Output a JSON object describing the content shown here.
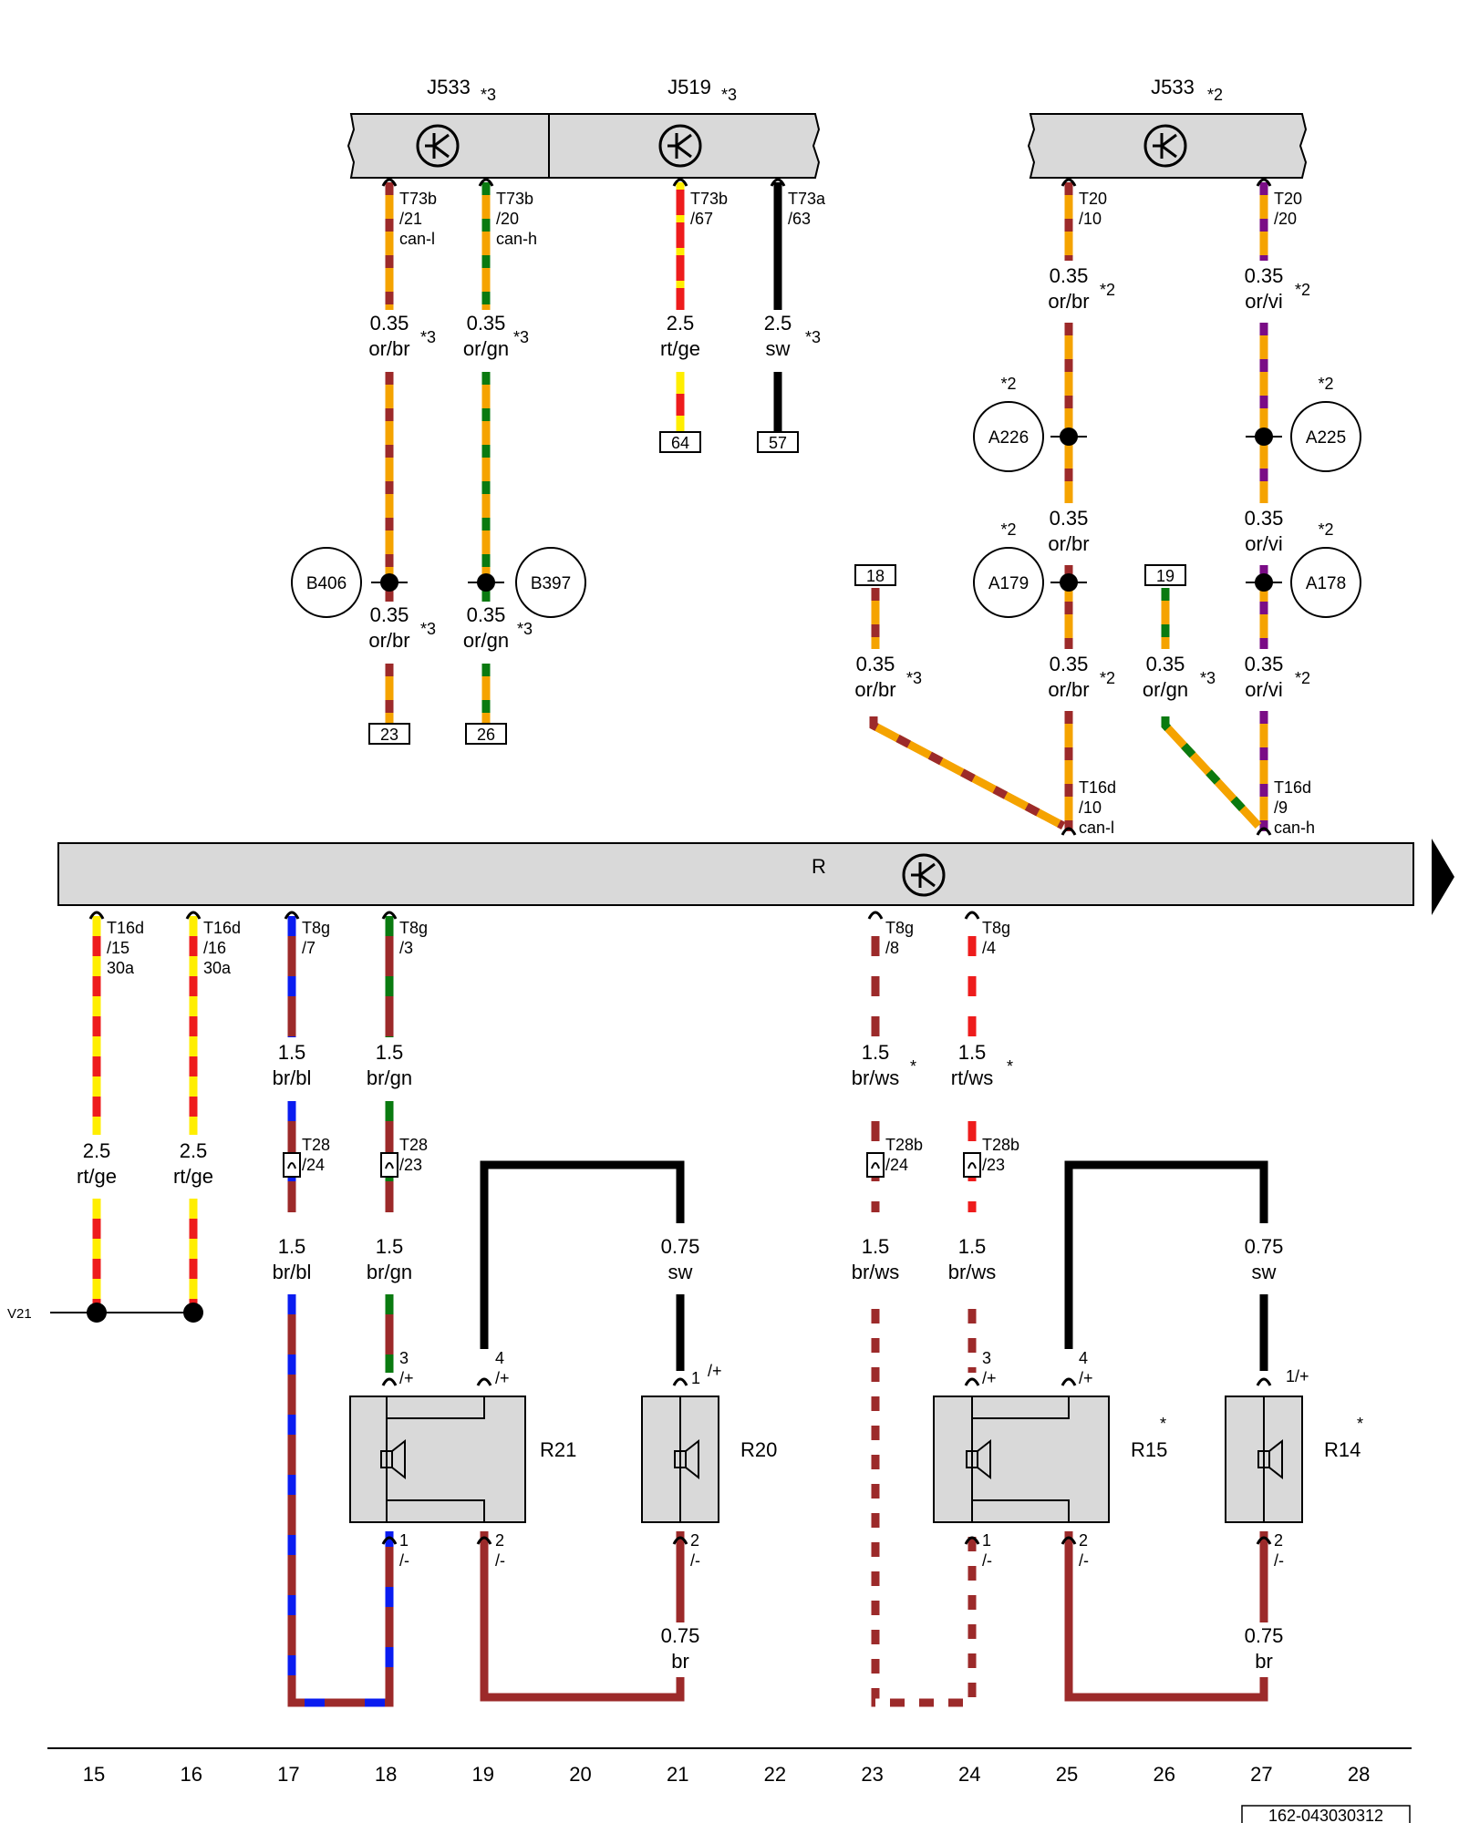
{
  "diagram_id": "162-043030312",
  "colors": {
    "or": "#f5a300",
    "br": "#9c2a2a",
    "gn": "#0a7a10",
    "rt": "#ee1c1c",
    "ge": "#ffee00",
    "sw": "#000000",
    "vi": "#7a0c86",
    "bl": "#0a1cf0",
    "ws": "#ffffff",
    "component_fill": "#d9d9d9"
  },
  "icons": {
    "control_unit_symbol": "control-unit-icon",
    "speaker_symbol": "speaker-icon",
    "arrow": "continue-arrow-icon"
  },
  "components": {
    "J533a": {
      "name": "J533",
      "note": "*3"
    },
    "J519": {
      "name": "J519",
      "note": "*3"
    },
    "J533b": {
      "name": "J533",
      "note": "*2"
    },
    "R": {
      "name": "R"
    },
    "R21": {
      "name": "R21"
    },
    "R20": {
      "name": "R20"
    },
    "R15": {
      "name": "R15",
      "note": "*"
    },
    "R14": {
      "name": "R14",
      "note": "*"
    }
  },
  "connectors": {
    "c1": [
      "T73b",
      "/21",
      "can-l"
    ],
    "c2": [
      "T73b",
      "/20",
      "can-h"
    ],
    "c3": [
      "T73b",
      "/67"
    ],
    "c4": [
      "T73a",
      "/63"
    ],
    "c5": [
      "T20",
      "/10"
    ],
    "c6": [
      "T20",
      "/20"
    ],
    "c7": [
      "T16d",
      "/10",
      "can-l"
    ],
    "c8": [
      "T16d",
      "/9",
      "can-h"
    ],
    "c9": [
      "T16d",
      "/15",
      "30a"
    ],
    "c10": [
      "T16d",
      "/16",
      "30a"
    ],
    "c11": [
      "T8g",
      "/7"
    ],
    "c12": [
      "T8g",
      "/3"
    ],
    "c13": [
      "T8g",
      "/8"
    ],
    "c14": [
      "T8g",
      "/4"
    ],
    "c15": [
      "T28",
      "/24"
    ],
    "c16": [
      "T28",
      "/23"
    ],
    "c17": [
      "T28b",
      "/24"
    ],
    "c18": [
      "T28b",
      "/23"
    ],
    "p1": [
      "3",
      "/+"
    ],
    "p2": [
      "4",
      "/+"
    ],
    "p3": [
      "1",
      "/+"
    ],
    "p4": [
      "1",
      "/-"
    ],
    "p5": [
      "2",
      "/-"
    ],
    "p6": [
      "2",
      "/-"
    ],
    "p7": [
      "3",
      "/+"
    ],
    "p8": [
      "4",
      "/+"
    ],
    "p9": [
      "1/+"
    ],
    "p10": [
      "1",
      "/-"
    ],
    "p11": [
      "2",
      "/-"
    ],
    "p12": [
      "2",
      "/-"
    ]
  },
  "wires": {
    "w1": [
      "0.35",
      "or/br",
      "*3"
    ],
    "w2": [
      "0.35",
      "or/gn",
      "*3"
    ],
    "w3": [
      "2.5",
      "rt/ge",
      ""
    ],
    "w4": [
      "2.5",
      "sw",
      "*3"
    ],
    "w5": [
      "0.35",
      "or/br",
      "*2"
    ],
    "w6": [
      "0.35",
      "or/vi",
      "*2"
    ],
    "w7": [
      "0.35",
      "or/br",
      "*3"
    ],
    "w8": [
      "0.35",
      "or/gn",
      "*3"
    ],
    "w9": [
      "0.35",
      "or/br",
      ""
    ],
    "w10": [
      "0.35",
      "or/vi",
      ""
    ],
    "w11": [
      "0.35",
      "or/br",
      "*3"
    ],
    "w12": [
      "0.35",
      "or/br",
      "*2"
    ],
    "w13": [
      "0.35",
      "or/gn",
      "*3"
    ],
    "w14": [
      "0.35",
      "or/vi",
      "*2"
    ],
    "w15": [
      "1.5",
      "br/bl",
      ""
    ],
    "w16": [
      "1.5",
      "br/gn",
      ""
    ],
    "w17": [
      "1.5",
      "br/ws",
      "*"
    ],
    "w18": [
      "1.5",
      "rt/ws",
      "*"
    ],
    "w19": [
      "2.5",
      "rt/ge",
      ""
    ],
    "w20": [
      "2.5",
      "rt/ge",
      ""
    ],
    "w21": [
      "1.5",
      "br/bl",
      ""
    ],
    "w22": [
      "1.5",
      "br/gn",
      ""
    ],
    "w23": [
      "0.75",
      "sw",
      ""
    ],
    "w24": [
      "1.5",
      "br/ws",
      ""
    ],
    "w25": [
      "1.5",
      "br/ws",
      ""
    ],
    "w26": [
      "0.75",
      "sw",
      ""
    ],
    "w27": [
      "0.75",
      "br",
      ""
    ],
    "w28": [
      "0.75",
      "br",
      ""
    ]
  },
  "splices": {
    "A226": {
      "name": "A226",
      "note": "*2"
    },
    "A225": {
      "name": "A225",
      "note": "*2"
    },
    "A179": {
      "name": "A179",
      "note": "*2"
    },
    "A178": {
      "name": "A178",
      "note": "*2"
    },
    "B406": {
      "name": "B406"
    },
    "B397": {
      "name": "B397"
    }
  },
  "refs": {
    "r23": "23",
    "r26": "26",
    "r64": "64",
    "r57": "57",
    "r18": "18",
    "r19": "19"
  },
  "ground": {
    "label": "V21"
  },
  "notes": {
    "n3": "*3",
    "n2": "*2"
  },
  "scale": [
    "15",
    "16",
    "17",
    "18",
    "19",
    "20",
    "21",
    "22",
    "23",
    "24",
    "25",
    "26",
    "27",
    "28"
  ]
}
